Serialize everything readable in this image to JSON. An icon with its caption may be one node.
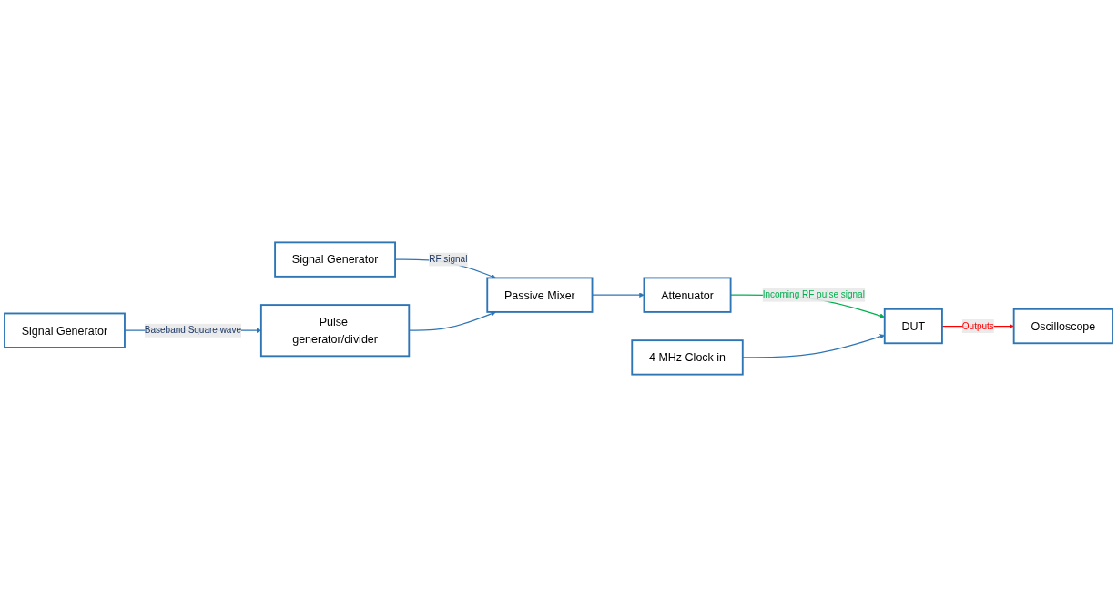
{
  "diagram": {
    "nodes": [
      {
        "text": [
          "Signal Generator"
        ]
      },
      {
        "text": [
          "Passive Mixer"
        ]
      },
      {
        "text": [
          "Attenuator"
        ]
      },
      {
        "text": [
          "DUT"
        ]
      },
      {
        "text": [
          "Oscilloscope"
        ]
      },
      {
        "text": [
          "4 MHz Clock in"
        ]
      },
      {
        "text": [
          "Pulse generator/divider"
        ]
      },
      {
        "text": [
          "Signal Generator"
        ]
      }
    ],
    "edges": [
      {
        "from": 0,
        "to": 1,
        "arrow": "to",
        "label": "RF signal"
      },
      {
        "from": 1,
        "to": 2,
        "arrow": "to"
      },
      {
        "from": 2,
        "to": 3,
        "arrow": "to",
        "label": "Incoming RF pulse signal",
        "color": "#00b050"
      },
      {
        "from": 3,
        "to": 4,
        "arrow": "to",
        "label": "Outputs",
        "color": "#ff0000"
      },
      {
        "from": 5,
        "to": 3,
        "arrow": "to"
      },
      {
        "from": 6,
        "to": 1,
        "arrow": "to"
      },
      {
        "from": 7,
        "to": 6,
        "arrow": "to",
        "label": "Baseband Square wave"
      }
    ]
  }
}
